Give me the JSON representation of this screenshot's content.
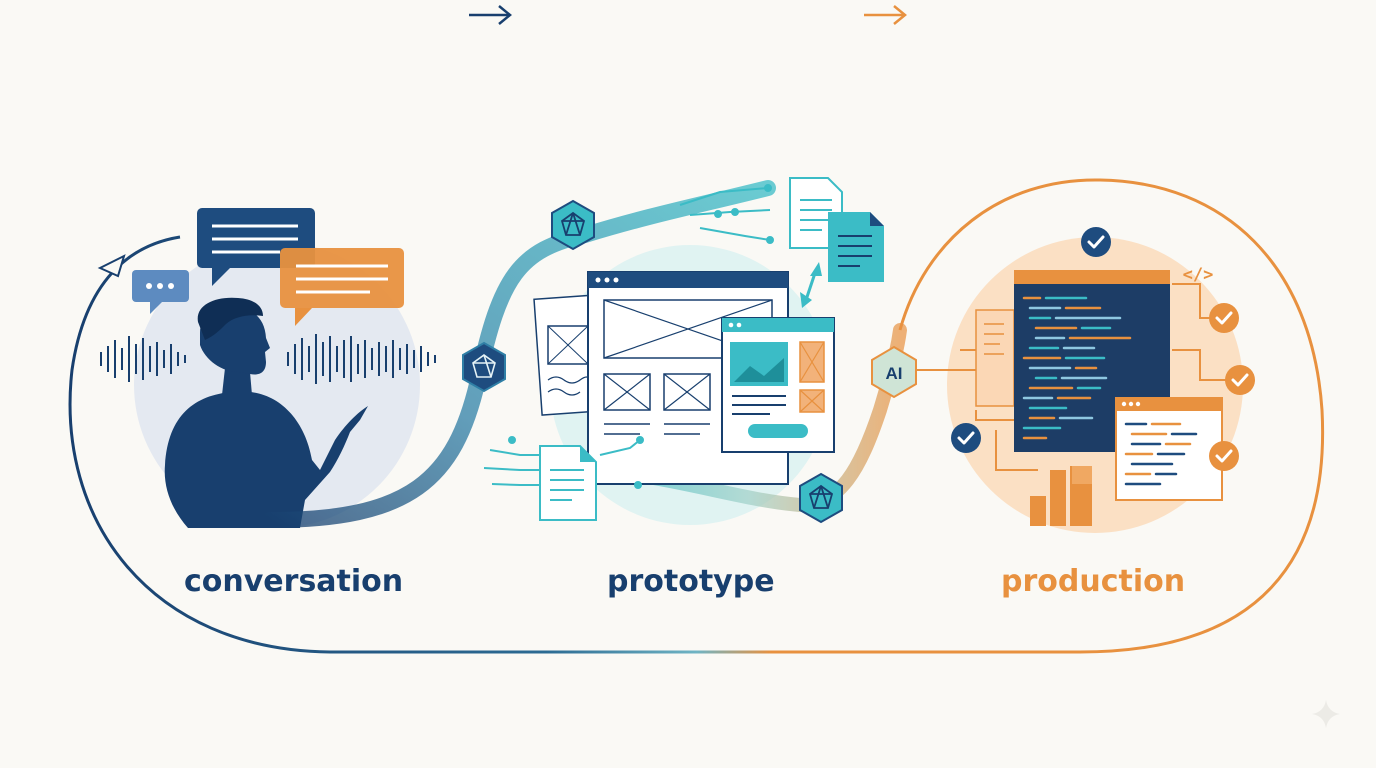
{
  "colors": {
    "navy": "#183f6e",
    "teal": "#3bbcc6",
    "orange": "#e8913f",
    "background": "#faf9f5"
  },
  "stages": [
    {
      "label": "conversation",
      "color": "#183f6e",
      "icon": "speaking-person-icon"
    },
    {
      "label": "prototype",
      "color": "#183f6e",
      "icon": "wireframe-window-icon"
    },
    {
      "label": "production",
      "color": "#e8913f",
      "icon": "code-editor-icon"
    }
  ],
  "connectors": [
    "arrow-right-icon",
    "arrow-right-icon"
  ],
  "nodes": {
    "ai_badge": "AI",
    "code_tag": "</>"
  }
}
